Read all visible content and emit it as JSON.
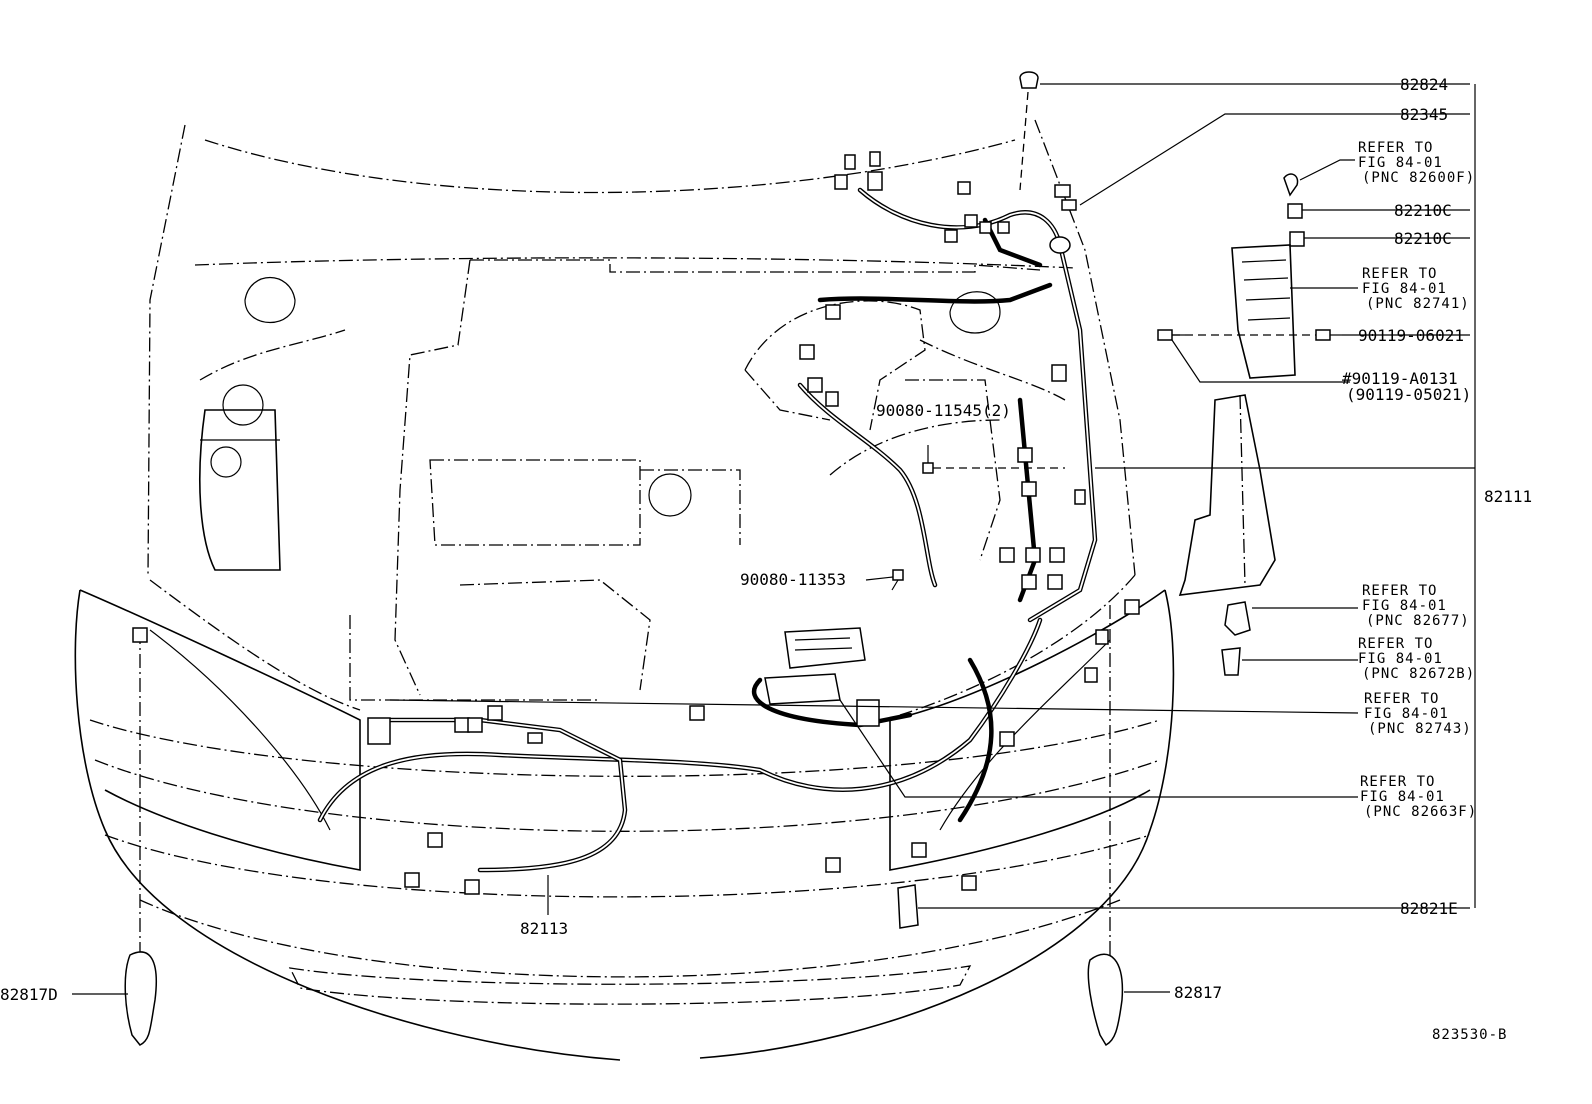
{
  "diagram": {
    "drawing_code": "823530-B",
    "labels": {
      "p82824": "82824",
      "p82345": "82345",
      "p82210c_a": "82210C",
      "p82210c_b": "82210C",
      "p90119_06021": "90119-06021",
      "p90119_a0131": "#90119-A0131",
      "p90119_05021": "(90119-05021)",
      "p82111": "82111",
      "p90080_11545": "90080-11545(2)",
      "p90080_11353": "90080-11353",
      "p82821e": "82821E",
      "p82113": "82113",
      "p82817d": "82817D",
      "p82817": "82817"
    },
    "references": [
      {
        "l1": "REFER TO",
        "l2": "FIG 84-01",
        "l3": "(PNC 82600F)"
      },
      {
        "l1": "REFER TO",
        "l2": "FIG 84-01",
        "l3": "(PNC 82741)"
      },
      {
        "l1": "REFER TO",
        "l2": "FIG 84-01",
        "l3": "(PNC 82677)"
      },
      {
        "l1": "REFER TO",
        "l2": "FIG 84-01",
        "l3": "(PNC 82672B)"
      },
      {
        "l1": "REFER TO",
        "l2": "FIG 84-01",
        "l3": "(PNC 82743)"
      },
      {
        "l1": "REFER TO",
        "l2": "FIG 84-01",
        "l3": "(PNC 82663F)"
      }
    ]
  },
  "icons": {
    "vehicle": "engine-bay-outline-icon",
    "harness": "wire-harness-icon",
    "bolt": "bolt-icon",
    "clip": "clip-icon",
    "grommet": "grommet-icon",
    "relay_block": "relay-block-icon"
  }
}
